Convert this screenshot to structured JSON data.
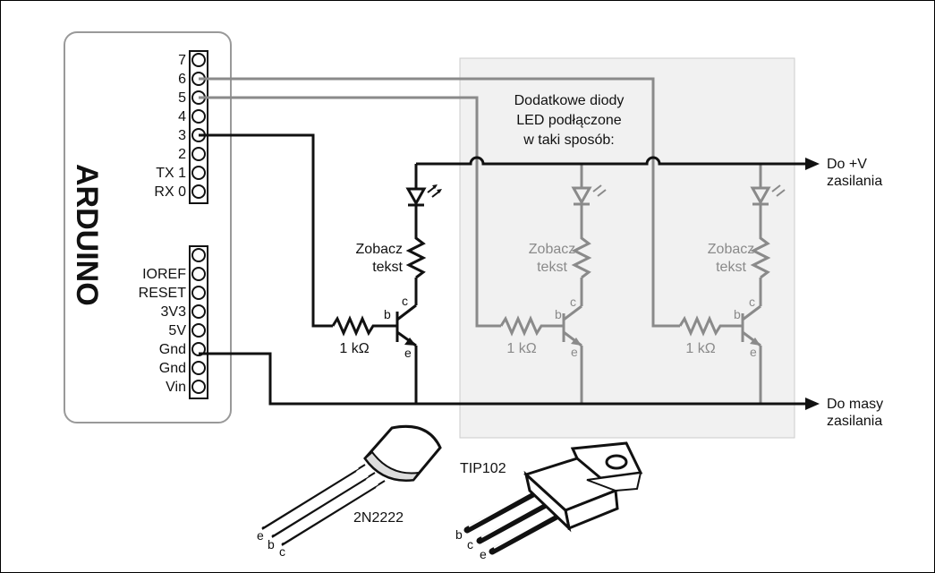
{
  "arduino": {
    "title": "ARDUINO",
    "digital_pins": [
      "7",
      "6",
      "5",
      "4",
      "3",
      "2",
      "TX 1",
      "RX 0"
    ],
    "power_pins": [
      "",
      "IOREF",
      "RESET",
      "3V3",
      "5V",
      "Gnd",
      "Gnd",
      "Vin"
    ]
  },
  "circuit": {
    "resistor_value": "1 kΩ",
    "load_resistor": [
      "Zobacz",
      "tekst"
    ],
    "pins": {
      "b": "b",
      "c": "c",
      "e": "e"
    },
    "additional_note": [
      "Dodatkowe diody",
      "LED podłączone",
      "w taki sposób:"
    ],
    "supply_plus": [
      "Do +V",
      "zasilania"
    ],
    "supply_ground": [
      "Do masy",
      "zasilania"
    ]
  },
  "packages": {
    "small_transistor": "2N2222",
    "power_transistor": "TIP102",
    "small_pins": [
      "e",
      "b",
      "c"
    ],
    "power_pins": [
      "b",
      "c",
      "e"
    ]
  },
  "colors": {
    "wire_dark": "#111111",
    "wire_gray": "#8a8a8a",
    "panel": "#f1f1f1"
  }
}
